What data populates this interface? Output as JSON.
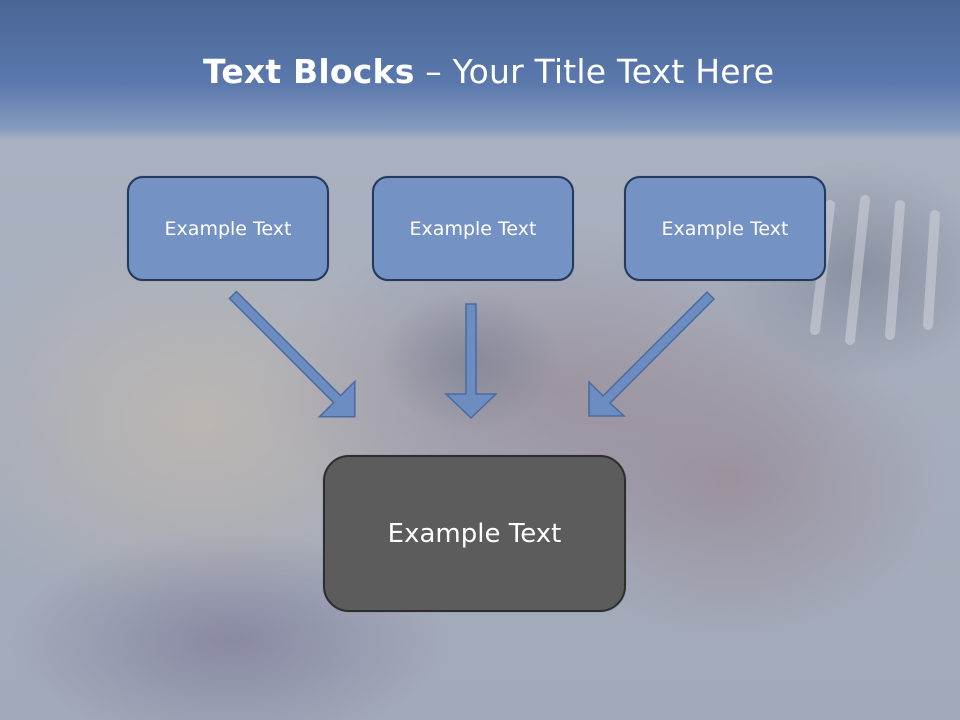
{
  "slide": {
    "title_bold": "Text Blocks",
    "title_dash": " – ",
    "title_rest": "Your Title Text Here"
  },
  "blocks": {
    "top": [
      "Example Text",
      "Example Text",
      "Example Text"
    ],
    "bottom": "Example Text"
  },
  "colors": {
    "header": "#5b79ad",
    "top_box_fill": "#7592c4",
    "top_box_border": "#233a5e",
    "bottom_box_fill": "#5c5c5c",
    "arrow_fill": "#6d8cc2"
  }
}
